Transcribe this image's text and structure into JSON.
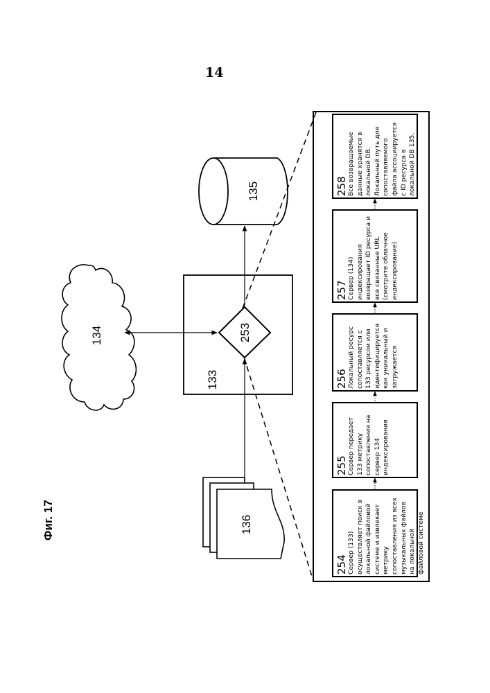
{
  "page_number": "14",
  "figure_label": "Фиг. 17",
  "nodes": {
    "cloud": {
      "label": "134"
    },
    "server_box": {
      "label": "133"
    },
    "decision": {
      "label": "253"
    },
    "database": {
      "label": "135"
    },
    "documents": {
      "label": "136"
    }
  },
  "steps": [
    {
      "number": "254",
      "text": "Сервер (133) осуществляет поиск в локальной файловой системе и извлекает метрику сопоставления из всех музыкальных файлов на локальной файловой системе"
    },
    {
      "number": "255",
      "text": "Сервер передает 133 метрику сопоставления на сервер 134 индексирования"
    },
    {
      "number": "256",
      "text": "Локальный ресурс сопоставляется с 133 ресурсом или идентифицируется как уникальный и загружается"
    },
    {
      "number": "257",
      "text": "Сервер (134) индексирования возвращает ID ресурса и все связанные URL (смотрите облачное индексирование)"
    },
    {
      "number": "258",
      "text": "Все возвращаемые данные хранятся в локальной DB. Локальный путь для сопоставляемого файла ассоциируется с ID ресурса в локальной DB 135."
    }
  ]
}
